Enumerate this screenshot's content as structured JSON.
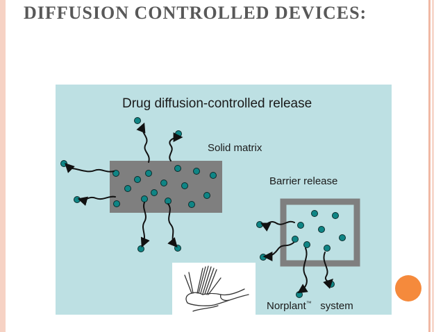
{
  "slide": {
    "title": "DIFFUSION CONTROLLED DEVICES:"
  },
  "diagram": {
    "title": "Drug diffusion-controlled release",
    "solid_label": "Solid matrix",
    "barrier_label": "Barrier release",
    "norplant_label": "Norplant",
    "norplant_mark": "™",
    "norplant_suffix": "system"
  },
  "colors": {
    "background": "#bde0e3",
    "matrix": "#7f7f7f",
    "particle": "#0f8585",
    "accent": "#f58a3c"
  }
}
